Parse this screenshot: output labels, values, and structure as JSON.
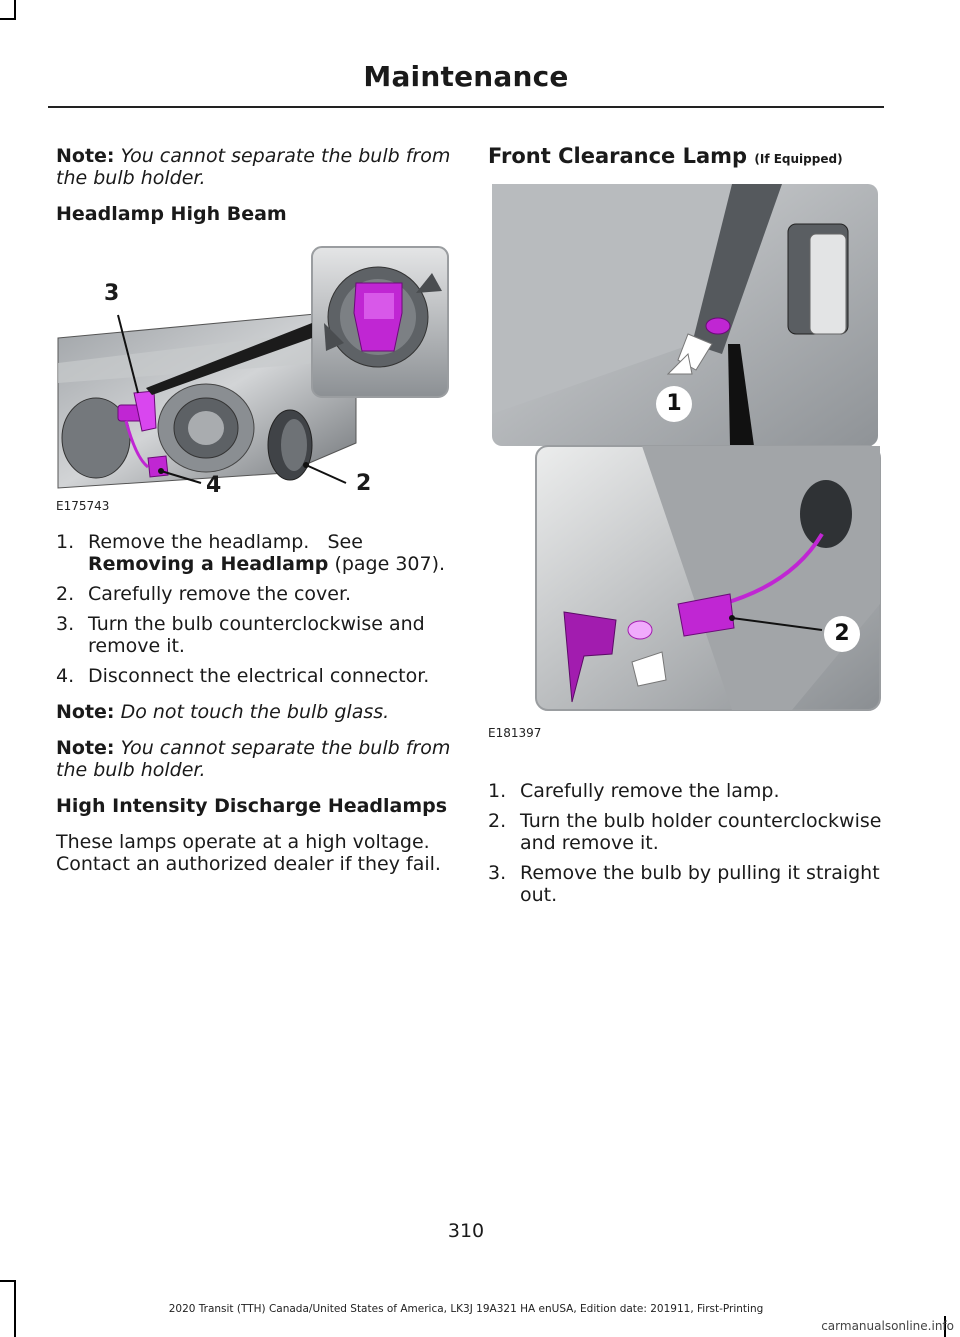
{
  "page": {
    "section_title": "Maintenance",
    "page_number": "310",
    "footer": "2020 Transit (TTH) Canada/United States of America, LK3J 19A321 HA enUSA, Edition date: 201911, First-Printing",
    "watermark": "carmanualsonline.info"
  },
  "left": {
    "note1": {
      "label": "Note:",
      "text": "You cannot separate the bulb from the bulb holder."
    },
    "heading": "Headlamp High Beam",
    "figure": {
      "code": "E175743",
      "callouts": [
        "3",
        "2",
        "4"
      ],
      "colors": {
        "highlight": "#c026d3",
        "metal": "#b9bcc0",
        "dark": "#3a3d40"
      }
    },
    "steps": [
      {
        "num": "1.",
        "text": "Remove the headlamp.",
        "see": "See",
        "ref": "Removing a Headlamp",
        "page": "(page 307)."
      },
      {
        "num": "2.",
        "text": "Carefully remove the cover."
      },
      {
        "num": "3.",
        "text": "Turn the bulb counterclockwise and remove it."
      },
      {
        "num": "4.",
        "text": "Disconnect the electrical connector."
      }
    ],
    "note2": {
      "label": "Note:",
      "text": "Do not touch the bulb glass."
    },
    "note3": {
      "label": "Note:",
      "text": "You cannot separate the bulb from the bulb holder."
    },
    "hid_heading": "High Intensity Discharge Headlamps",
    "hid_text": "These lamps operate at a high voltage. Contact an authorized dealer if they fail."
  },
  "right": {
    "heading": "Front Clearance Lamp",
    "heading_small": "(If Equipped)",
    "figure": {
      "code": "E181397",
      "callouts": [
        "1",
        "2"
      ]
    },
    "steps": [
      {
        "num": "1.",
        "text": "Carefully remove the lamp."
      },
      {
        "num": "2.",
        "text": "Turn the bulb holder counterclockwise and remove it."
      },
      {
        "num": "3.",
        "text": "Remove the bulb by pulling it straight out."
      }
    ]
  }
}
